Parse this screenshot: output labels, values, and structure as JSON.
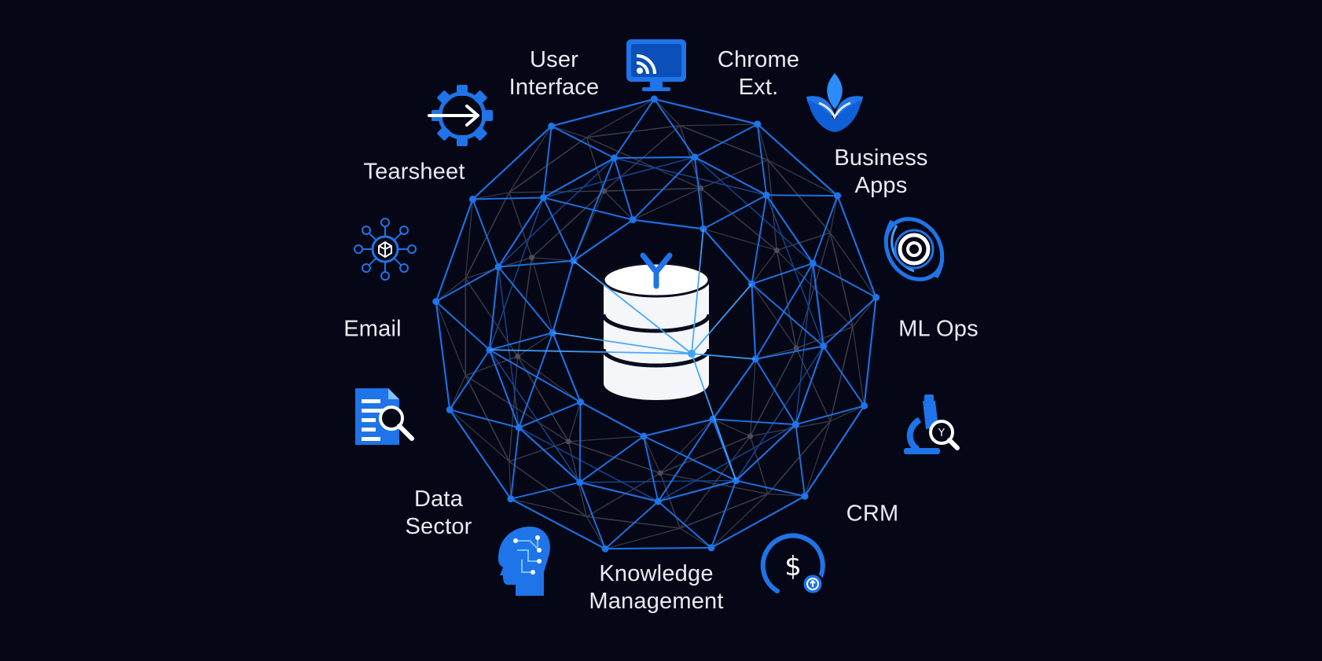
{
  "diagram": {
    "center_icon": "database-icon",
    "colors": {
      "background": "#050716",
      "accent": "#1e74e8",
      "accent_light": "#3fa2ff",
      "mesh_inner": "#3a3d4a",
      "label": "#e8ecf4"
    },
    "nodes": [
      {
        "id": "user-interface",
        "lines": [
          "User",
          "Interface"
        ],
        "icon": "cast-screen-icon"
      },
      {
        "id": "chrome-ext",
        "lines": [
          "Chrome",
          "Ext."
        ],
        "icon": "lotus-icon"
      },
      {
        "id": "business-apps",
        "lines": [
          "Business",
          "Apps"
        ],
        "icon": "swirl-target-icon"
      },
      {
        "id": "ml-ops",
        "lines": [
          "ML Ops"
        ],
        "icon": "microscope-search-icon"
      },
      {
        "id": "crm",
        "lines": [
          "CRM"
        ],
        "icon": "dollar-cycle-icon"
      },
      {
        "id": "knowledge-management",
        "lines": [
          "Knowledge",
          "Management"
        ],
        "icon": "ai-head-icon"
      },
      {
        "id": "data-sector",
        "lines": [
          "Data",
          "Sector"
        ],
        "icon": "document-search-icon"
      },
      {
        "id": "email",
        "lines": [
          "Email"
        ],
        "icon": "network-cube-icon"
      },
      {
        "id": "tearsheet",
        "lines": [
          "Tearsheet"
        ],
        "icon": "gear-arrow-icon"
      }
    ]
  }
}
